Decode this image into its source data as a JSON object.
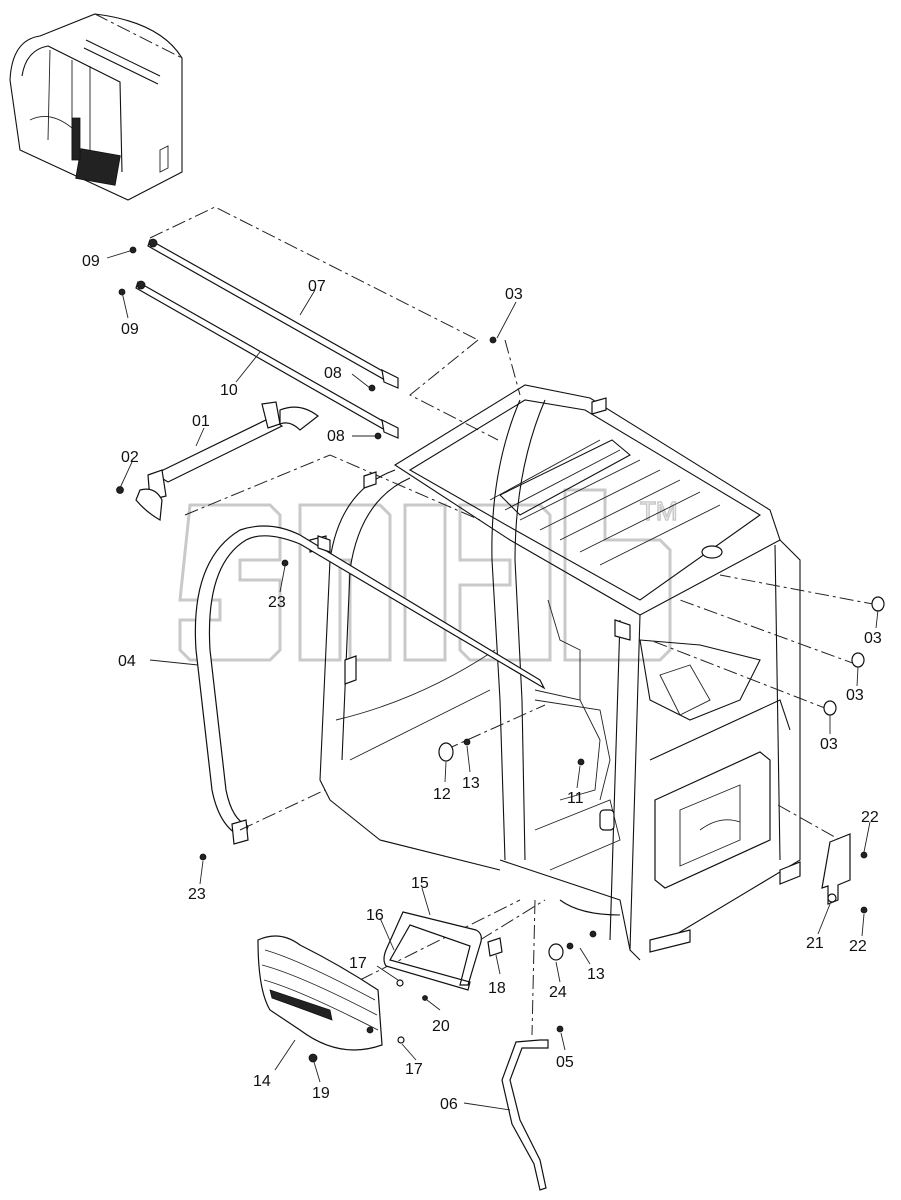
{
  "diagram": {
    "callouts": [
      {
        "id": "c09a",
        "text": "09"
      },
      {
        "id": "c09b",
        "text": "09"
      },
      {
        "id": "c07",
        "text": "07"
      },
      {
        "id": "c10",
        "text": "10"
      },
      {
        "id": "c08a",
        "text": "08"
      },
      {
        "id": "c08b",
        "text": "08"
      },
      {
        "id": "c03a",
        "text": "03"
      },
      {
        "id": "c03b",
        "text": "03"
      },
      {
        "id": "c03c",
        "text": "03"
      },
      {
        "id": "c03d",
        "text": "03"
      },
      {
        "id": "c01",
        "text": "01"
      },
      {
        "id": "c02",
        "text": "02"
      },
      {
        "id": "c23a",
        "text": "23"
      },
      {
        "id": "c23b",
        "text": "23"
      },
      {
        "id": "c04",
        "text": "04"
      },
      {
        "id": "c12",
        "text": "12"
      },
      {
        "id": "c13a",
        "text": "13"
      },
      {
        "id": "c13b",
        "text": "13"
      },
      {
        "id": "c11",
        "text": "11"
      },
      {
        "id": "c22a",
        "text": "22"
      },
      {
        "id": "c22b",
        "text": "22"
      },
      {
        "id": "c21",
        "text": "21"
      },
      {
        "id": "c15",
        "text": "15"
      },
      {
        "id": "c16",
        "text": "16"
      },
      {
        "id": "c17a",
        "text": "17"
      },
      {
        "id": "c17b",
        "text": "17"
      },
      {
        "id": "c18",
        "text": "18"
      },
      {
        "id": "c20",
        "text": "20"
      },
      {
        "id": "c24",
        "text": "24"
      },
      {
        "id": "c05",
        "text": "05"
      },
      {
        "id": "c14",
        "text": "14"
      },
      {
        "id": "c19",
        "text": "19"
      },
      {
        "id": "c06",
        "text": "06"
      }
    ],
    "watermark": {
      "mark": "TM"
    }
  }
}
